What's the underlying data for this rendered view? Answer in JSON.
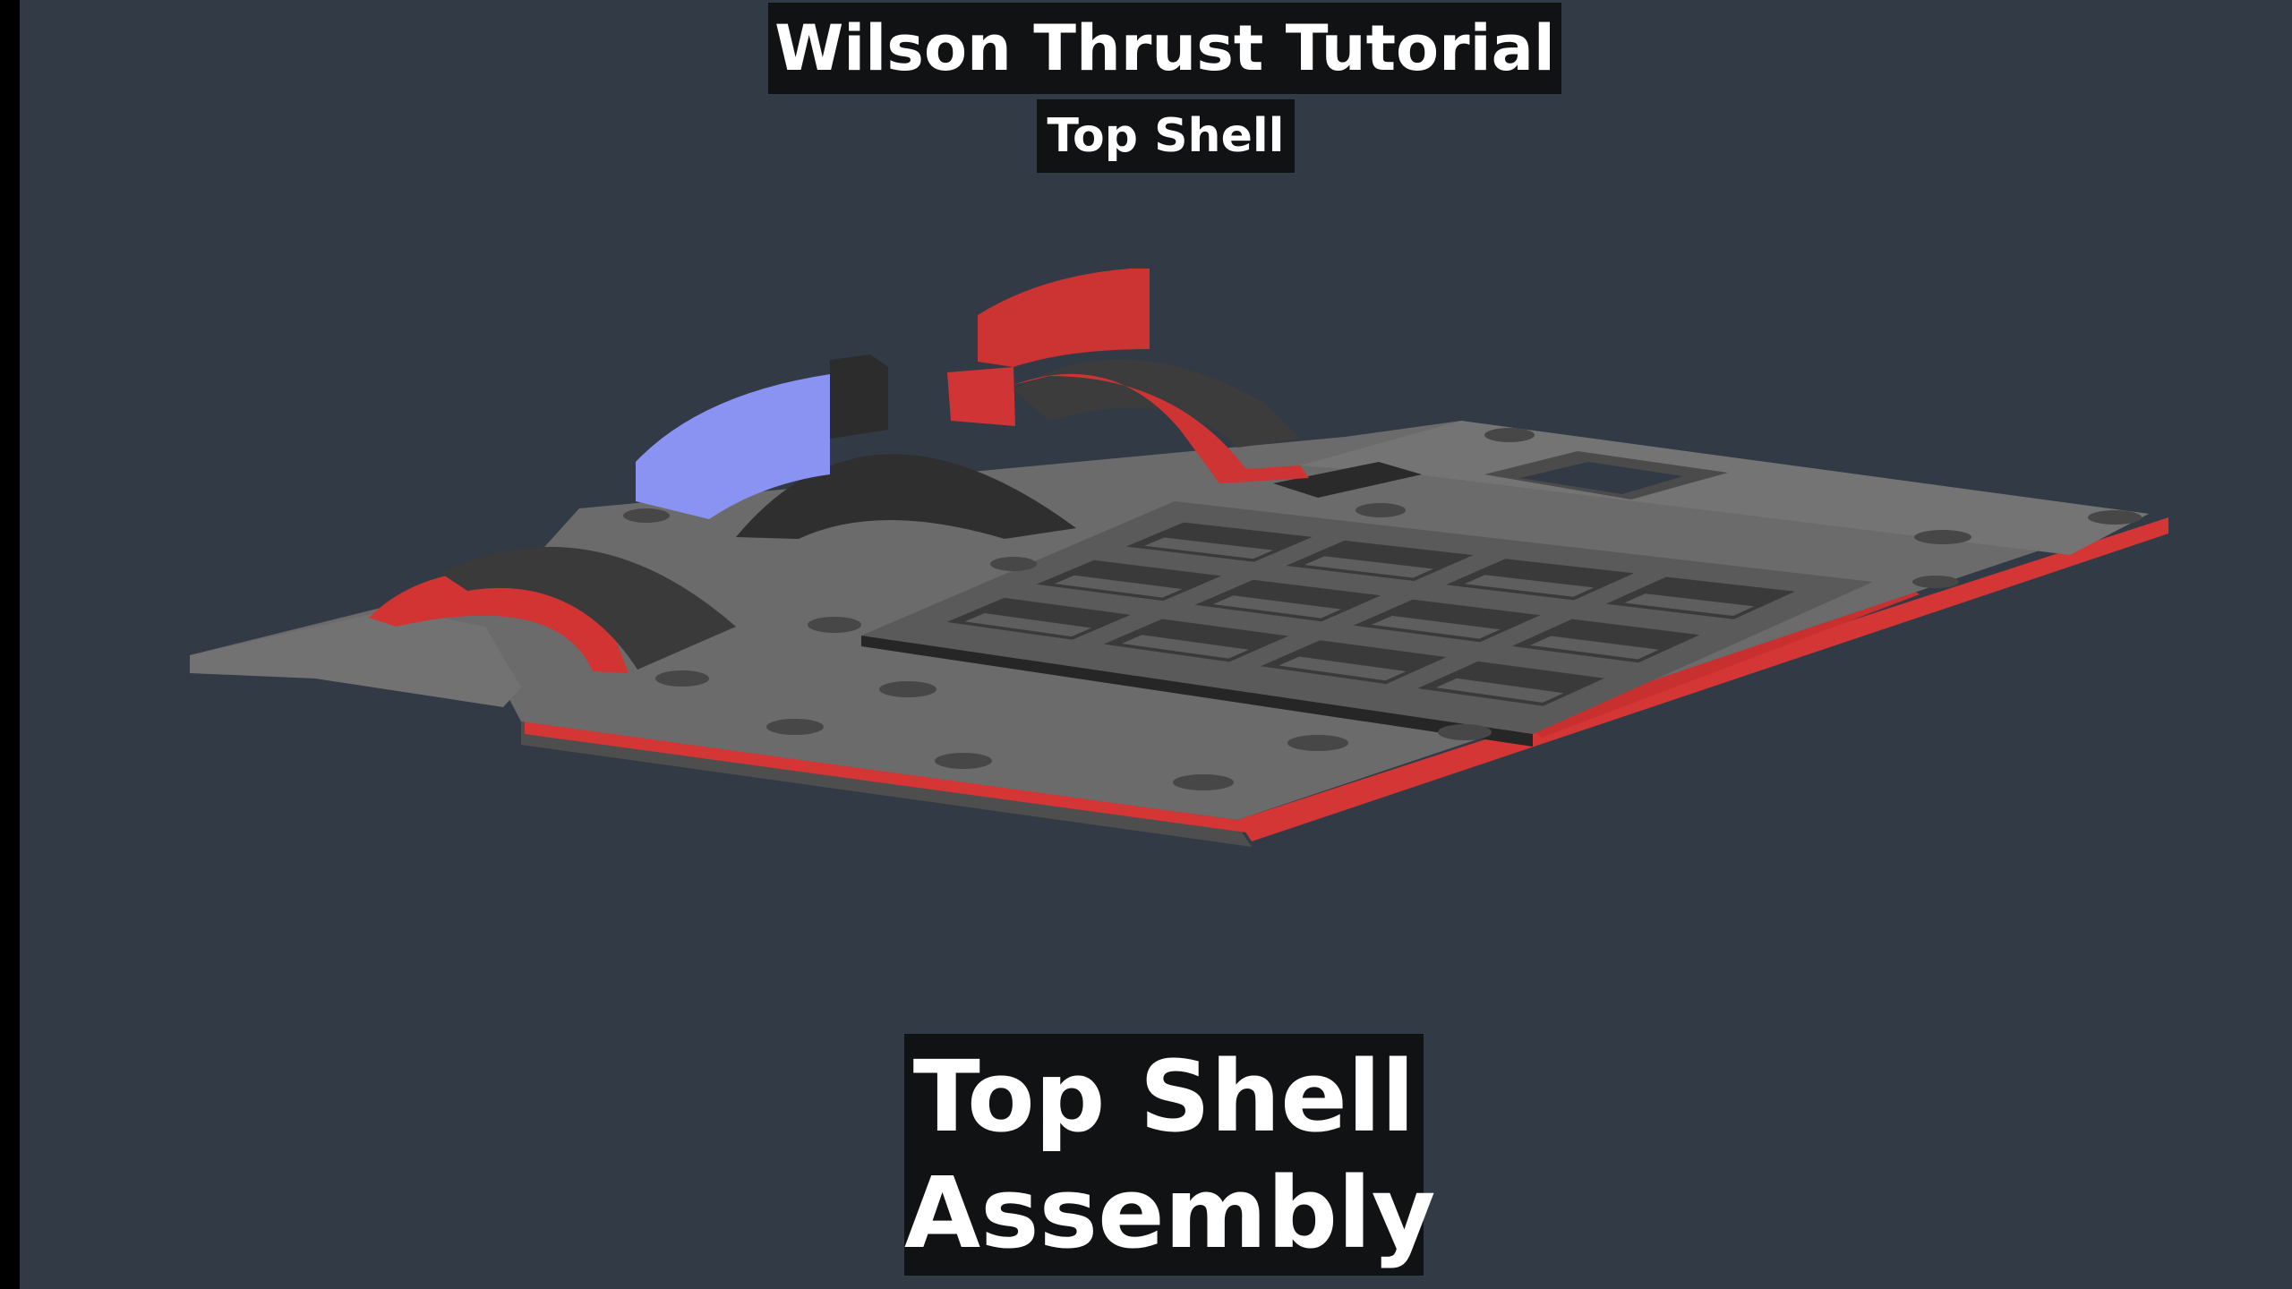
{
  "header": {
    "title": "Wilson Thrust Tutorial",
    "subtitle": "Top Shell"
  },
  "caption": {
    "line1": "Top Shell",
    "line2": "Assembly"
  },
  "colors": {
    "background": "#323a45",
    "plate_gray": "#6e6e6e",
    "highlight_red": "#cc3333",
    "highlight_blue": "#8a93f2",
    "caption_bg": "#111214",
    "caption_text": "#ffffff"
  },
  "model": {
    "object": "top-shell-plate",
    "button_grid": {
      "rows": 3,
      "cols": 4
    }
  }
}
